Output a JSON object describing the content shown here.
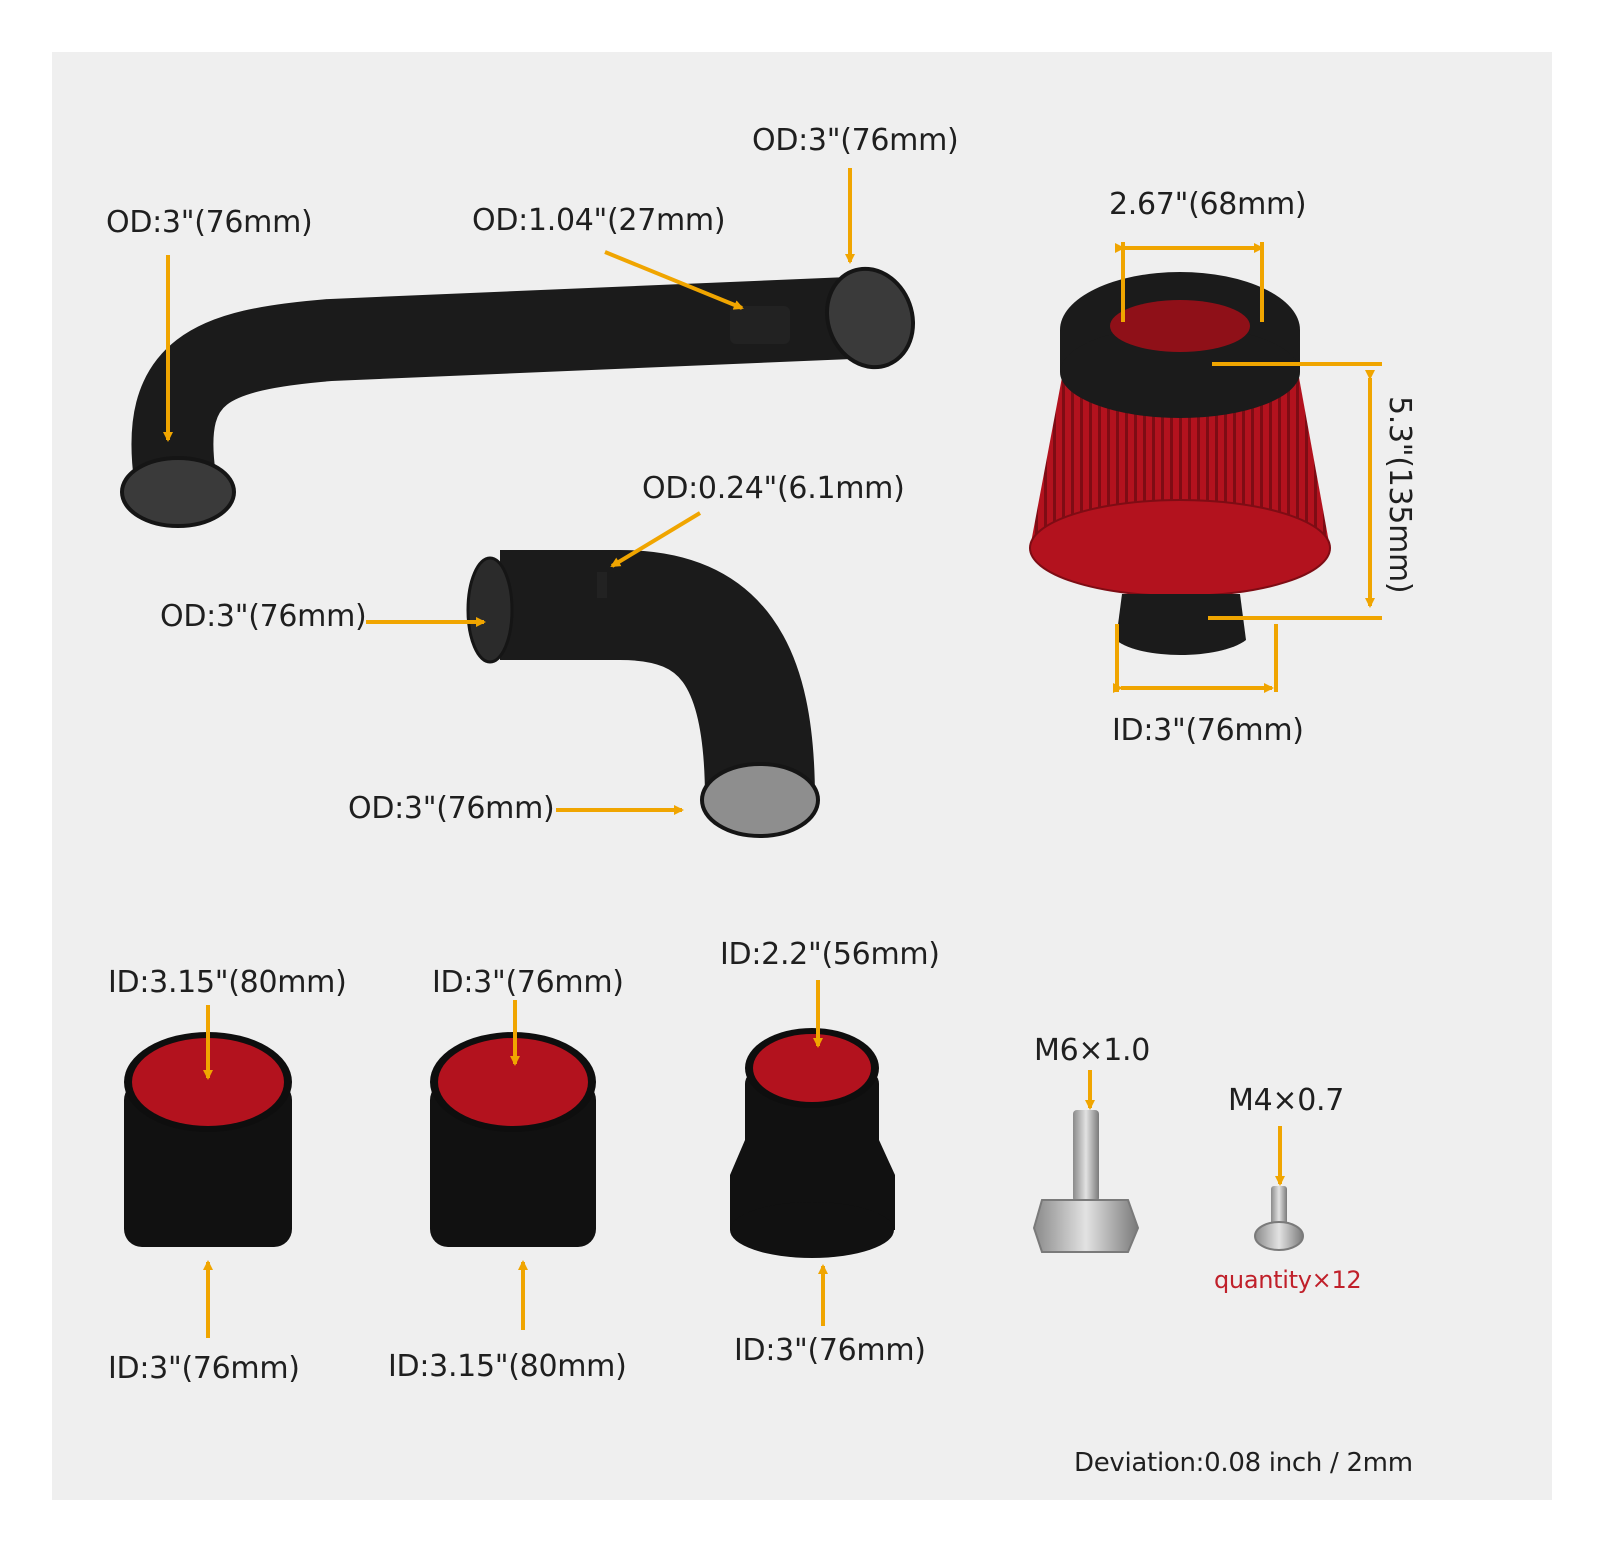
{
  "colors": {
    "background": "#efefef",
    "arrow": "#f0a500",
    "part_black": "#1b1b1b",
    "filter_red": "#b3121e",
    "bolt_metal": "#b8b8b8",
    "note_red": "#c0202a"
  },
  "parts": {
    "long_pipe": {
      "end_left": "OD:3\"(76mm)",
      "sensor_port": "OD:1.04\"(27mm)",
      "end_right": "OD:3\"(76mm)"
    },
    "elbow_pipe": {
      "nipple": "OD:0.24\"(6.1mm)",
      "top_end": "OD:3\"(76mm)",
      "bottom_end": "OD:3\"(76mm)"
    },
    "air_filter": {
      "top_opening": "2.67\"(68mm)",
      "height": "5.3\"(135mm)",
      "flange": "ID:3\"(76mm)"
    },
    "couplers": [
      {
        "top": "ID:3.15\"(80mm)",
        "bottom": "ID:3\"(76mm)"
      },
      {
        "top": "ID:3\"(76mm)",
        "bottom": "ID:3.15\"(80mm)"
      },
      {
        "top": "ID:2.2\"(56mm)",
        "bottom": "ID:3\"(76mm)"
      }
    ],
    "bolts": {
      "large": "M6×1.0",
      "small": "M4×0.7",
      "quantity": "quantity×12"
    }
  },
  "deviation_note": "Deviation:0.08 inch / 2mm"
}
